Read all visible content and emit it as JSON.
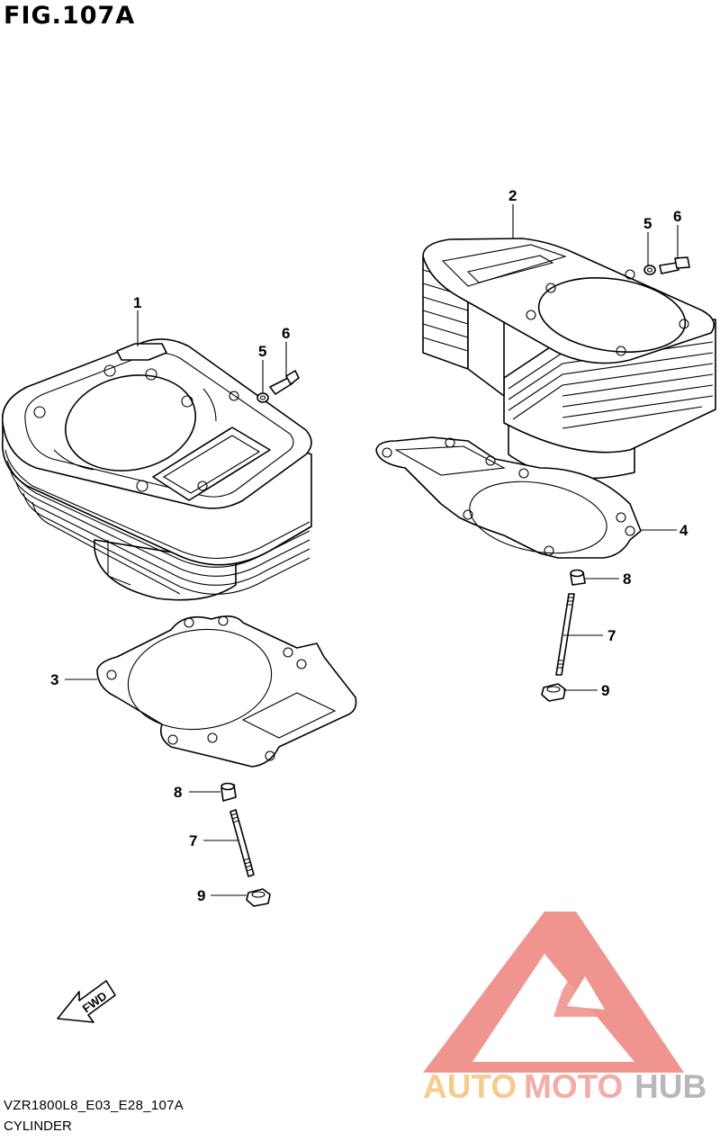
{
  "header": {
    "title": "FIG.107A"
  },
  "footer": {
    "code": "VZR1800L8_E03_E28_107A",
    "caption": "CYLINDER"
  },
  "direction": {
    "label": "FWD"
  },
  "watermark": {
    "text_auto": "AUTO",
    "text_moto": "MOTO",
    "text_hub": "HUB",
    "colors": {
      "triangle": "#f08f8a",
      "auto": "#f6c98c",
      "moto": "#f3a8a2",
      "hub": "#b5b5b5"
    }
  },
  "callouts": {
    "c1": "1",
    "c2": "2",
    "c3": "3",
    "c4": "4",
    "c5a": "5",
    "c5b": "5",
    "c6a": "6",
    "c6b": "6",
    "c7a": "7",
    "c7b": "7",
    "c8a": "8",
    "c8b": "8",
    "c9a": "9",
    "c9b": "9"
  }
}
